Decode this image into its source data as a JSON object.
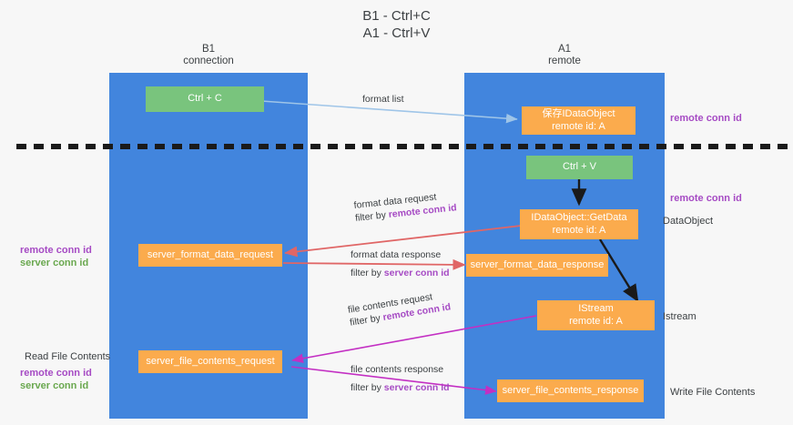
{
  "title": {
    "line1": "B1 - Ctrl+C",
    "line2": "A1 - Ctrl+V"
  },
  "lanes": [
    {
      "name": "B1",
      "role": "connection"
    },
    {
      "name": "A1",
      "role": "remote"
    }
  ],
  "colors": {
    "lane": "#4285dd",
    "green_box": "#79c47d",
    "orange_box": "#fbab4d",
    "remote_conn_id": "#a64bc4",
    "server_conn_id": "#6aa84f",
    "divider": "#1a1a1a",
    "arrow_format_list": "#9fc5e8",
    "arrow_format_data": "#e06666",
    "arrow_file_contents": "#c32fc3",
    "arrow_internal": "#1a1a1a"
  },
  "boxes": {
    "ctrl_c": {
      "label": "Ctrl + C"
    },
    "ctrl_v": {
      "label": "Ctrl + V"
    },
    "save_idataobject": {
      "line1": "保存IDataObject",
      "line2": "remote id: A"
    },
    "getdata": {
      "line1": "IDataObject::GetData",
      "line2": "remote id: A"
    },
    "istream": {
      "line1": "IStream",
      "line2": "remote id: A"
    },
    "server_format_data_request": {
      "label": "server_format_data_request"
    },
    "server_format_data_response": {
      "label": "server_format_data_response"
    },
    "server_file_contents_request": {
      "label": "server_file_contents_request"
    },
    "server_file_contents_response": {
      "label": "server_file_contents_response"
    }
  },
  "arrow_labels": {
    "format_list": {
      "line1": "format list"
    },
    "format_data_request": {
      "line1": "format data request",
      "line2_prefix": "filter by ",
      "line2_key": "remote conn id"
    },
    "format_data_response": {
      "line1": "format data response",
      "line2_prefix": "filter by ",
      "line2_key": "server conn id"
    },
    "file_contents_request": {
      "line1": "file contents request",
      "line2_prefix": "filter by ",
      "line2_key": "remote conn id"
    },
    "file_contents_response": {
      "line1": "file contents response",
      "line2_prefix": "filter by ",
      "line2_key": "server conn id"
    }
  },
  "annotations": {
    "right": [
      {
        "text": "remote conn id",
        "style": "purple"
      },
      {
        "text": "remote conn id",
        "style": "purple"
      },
      {
        "text": "DataObject",
        "style": "dark"
      },
      {
        "text": "Istream",
        "style": "dark"
      },
      {
        "text": "Write File Contents",
        "style": "dark"
      }
    ],
    "left": {
      "format_group": [
        {
          "text": "remote conn id",
          "style": "purple"
        },
        {
          "text": "server conn id",
          "style": "green"
        }
      ],
      "read_file_title": "Read File Contents",
      "file_group": [
        {
          "text": "remote conn id",
          "style": "purple"
        },
        {
          "text": "server conn id",
          "style": "green"
        }
      ]
    }
  }
}
